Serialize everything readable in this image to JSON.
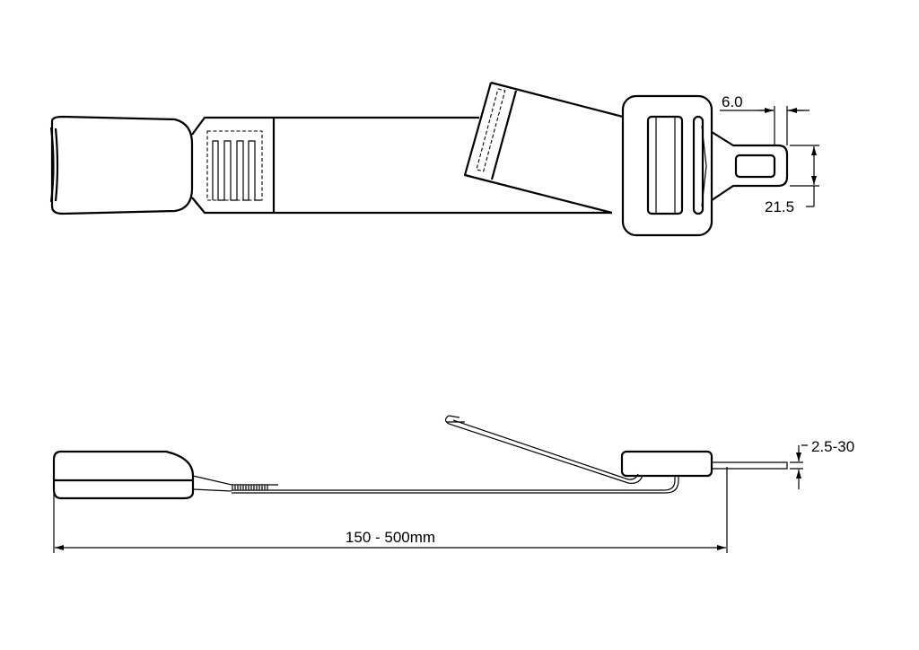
{
  "drawing": {
    "top_view": {
      "dimension_tongue_thickness": "6.0",
      "dimension_tongue_width": "21.5"
    },
    "side_view": {
      "dimension_webbing_thickness": "2.5-30",
      "dimension_length": "150 - 500mm"
    },
    "line_color": "#000000"
  }
}
